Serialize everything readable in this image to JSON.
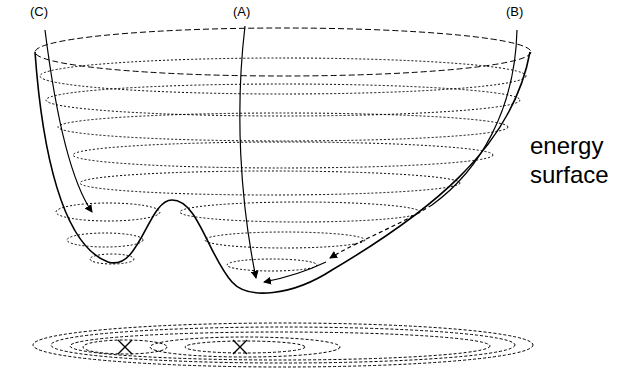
{
  "diagram": {
    "labels": [
      "(A)",
      "(C)",
      "(B)",
      "energy surface"
    ]
  }
}
